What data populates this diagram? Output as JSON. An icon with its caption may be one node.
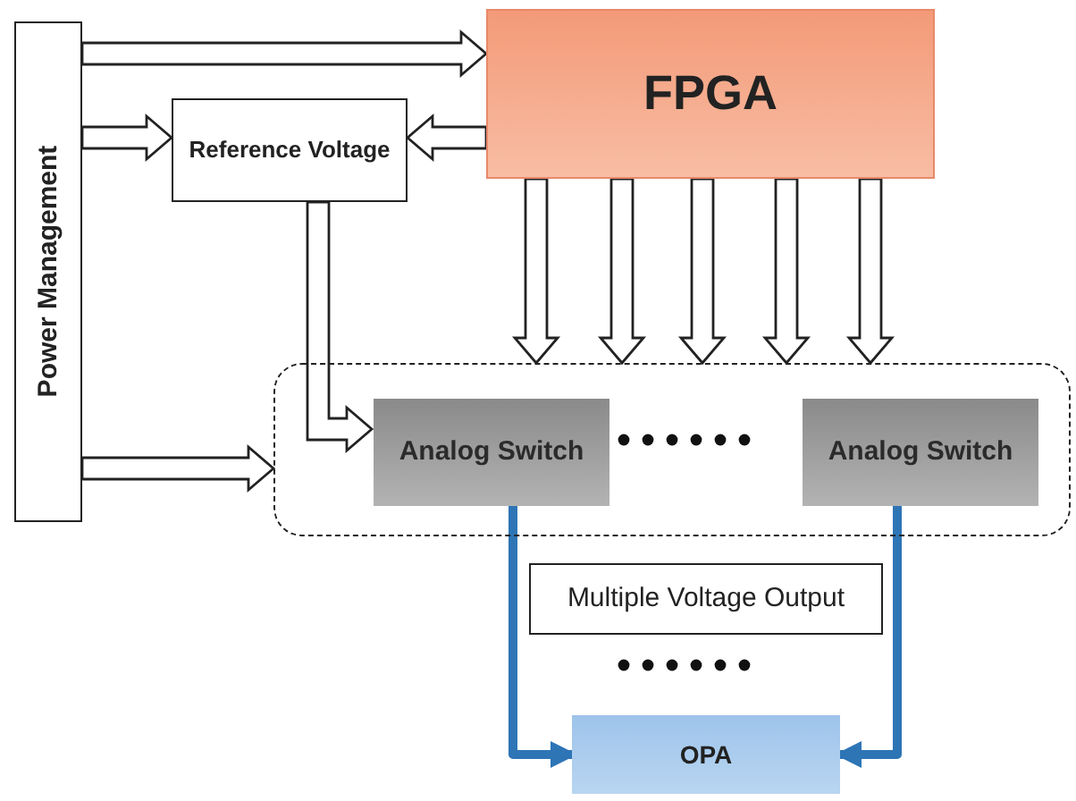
{
  "diagram": {
    "nodes": [
      {
        "text": [
          "Power Management"
        ]
      },
      {
        "text": [
          "FPGA"
        ]
      },
      {
        "text": [
          "Reference Voltage"
        ]
      },
      {
        "text": [],
        "shape": "box"
      },
      {
        "text": [
          "Analog Switch"
        ],
        "in": 3
      },
      {
        "text": [
          "Analog Switch"
        ],
        "in": 3
      },
      {
        "text": [
          "Multiple Voltage Output"
        ]
      },
      {
        "text": [
          "OPA"
        ]
      }
    ],
    "edges": [
      {
        "from": 0,
        "to": 1,
        "arrow": "to"
      },
      {
        "from": 0,
        "to": 2,
        "arrow": "to"
      },
      {
        "from": 1,
        "to": 2,
        "arrow": "to"
      },
      {
        "from": 0,
        "to": 3,
        "arrow": "to"
      },
      {
        "from": 2,
        "to": 4,
        "arrow": "to"
      },
      {
        "from": 1,
        "to": 3,
        "arrow": "to"
      },
      {
        "from": 1,
        "to": 3,
        "arrow": "to"
      },
      {
        "from": 1,
        "to": 3,
        "arrow": "to"
      },
      {
        "from": 1,
        "to": 3,
        "arrow": "to"
      },
      {
        "from": 1,
        "to": 3,
        "arrow": "to"
      },
      {
        "from": 4,
        "to": 7,
        "arrow": "to",
        "color": "#2e75b6"
      },
      {
        "from": 5,
        "to": 7,
        "arrow": "to",
        "color": "#2e75b6"
      }
    ]
  }
}
